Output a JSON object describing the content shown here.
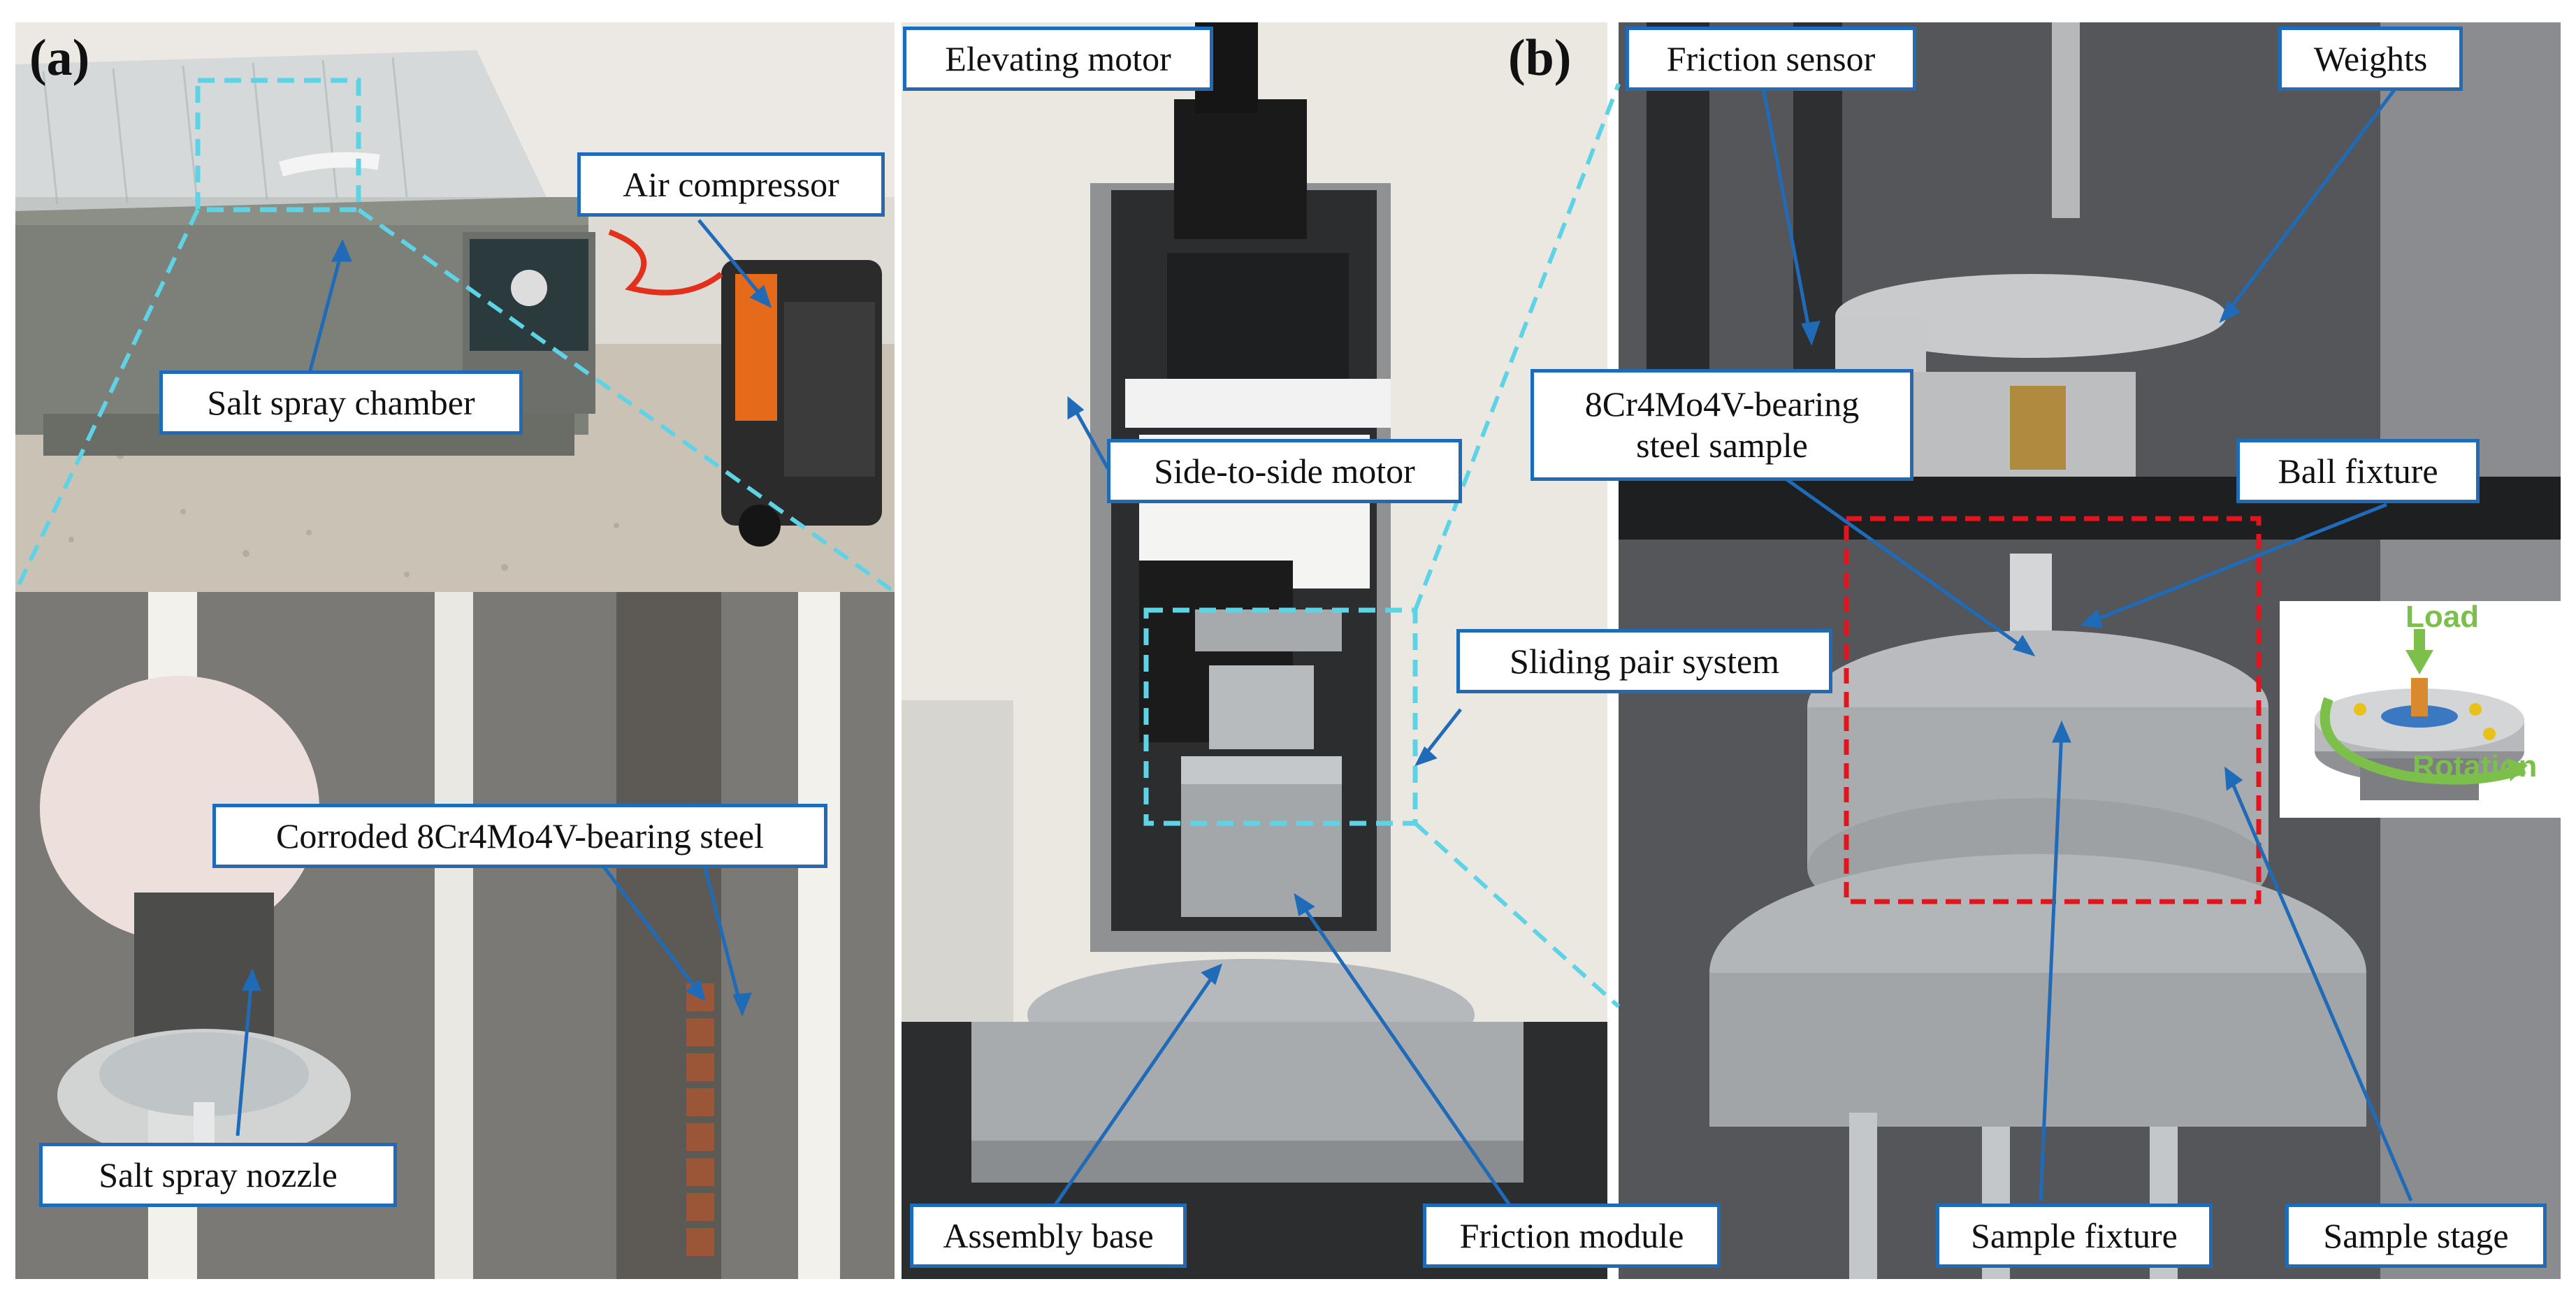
{
  "panels": {
    "a": "(a)",
    "b": "(b)"
  },
  "labels": {
    "salt_spray_chamber": "Salt spray chamber",
    "air_compressor": "Air compressor",
    "corroded_steel": "Corroded 8Cr4Mo4V-bearing steel",
    "salt_spray_nozzle": "Salt spray nozzle",
    "elevating_motor": "Elevating motor",
    "side_to_side_motor": "Side-to-side motor",
    "sliding_pair_system": "Sliding pair system",
    "assembly_base": "Assembly base",
    "friction_module": "Friction module",
    "friction_sensor": "Friction sensor",
    "weights": "Weights",
    "steel_sample_line1": "8Cr4Mo4V-bearing",
    "steel_sample_line2": "steel sample",
    "ball_fixture": "Ball fixture",
    "sample_fixture": "Sample fixture",
    "sample_stage": "Sample stage"
  },
  "inset": {
    "load": "Load",
    "rotation": "Rotation"
  },
  "colors": {
    "label_border": "#1f6bb8",
    "callout_line": "#1f6bb8",
    "zoom_dash": "#5fd3e6",
    "highlight_dash": "#e3141b",
    "inset_arrow": "#7cc04b"
  }
}
